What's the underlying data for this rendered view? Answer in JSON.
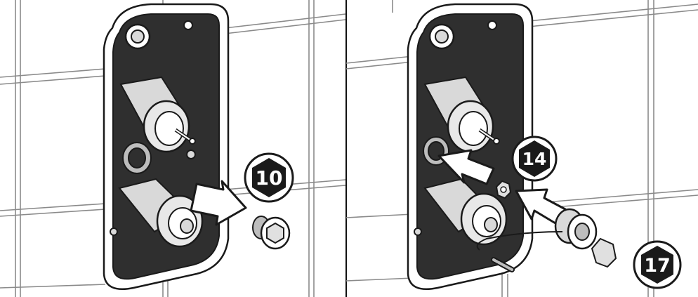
{
  "panels": [
    {
      "id": "step-1",
      "callouts": [
        {
          "label": "10",
          "icon": "hex-wrench-size-icon"
        }
      ],
      "arrows": [
        "remove-plug-arrow"
      ]
    },
    {
      "id": "step-2",
      "callouts": [
        {
          "label": "14",
          "icon": "hex-wrench-size-icon"
        },
        {
          "label": "17",
          "icon": "hex-wrench-size-icon"
        }
      ],
      "arrows": [
        "insert-nut-arrow",
        "insert-fitting-arrow"
      ]
    }
  ],
  "colors": {
    "line": "#1a1a1a",
    "housing": "#2f2f2f",
    "housing_inner": "#3b3b3b",
    "metal": "#d9d9d9",
    "tile_line": "#8a8a8a",
    "badge_fill": "#1a1a1a"
  }
}
